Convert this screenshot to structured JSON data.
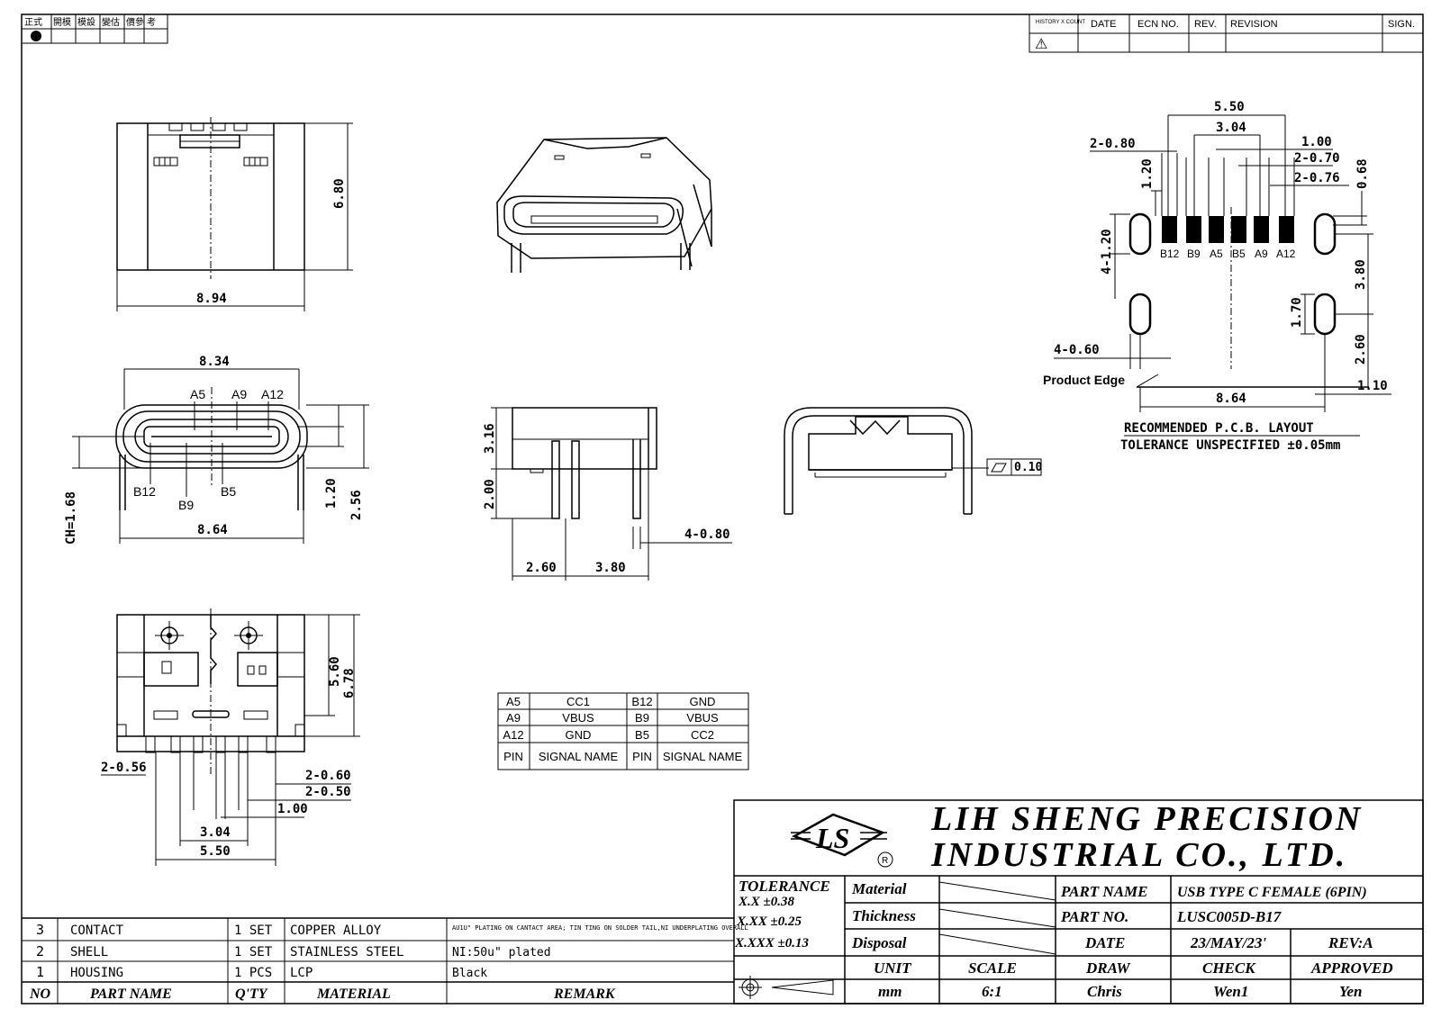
{
  "hdr": {
    "top_left_labels": [
      "正式",
      "開模",
      "模設",
      "變估",
      "價參",
      "考"
    ],
    "history_count": "HISTORY X COUNT",
    "date": "DATE",
    "ecn_no": "ECN NO.",
    "rev": "REV.",
    "revision": "REVISION",
    "sign": "SIGN.",
    "warning_mark": "⚠"
  },
  "top_view": {
    "dim_width": "8.94",
    "dim_height": "6.80"
  },
  "front_view": {
    "dim_top": "8.34",
    "dim_bottom": "8.64",
    "dim_ch": "CH=1.68",
    "dim_120": "1.20",
    "dim_256": "2.56",
    "pins_top": [
      "A5",
      "A9",
      "A12"
    ],
    "pins_bottom": [
      "B12",
      "B9",
      "B5"
    ]
  },
  "side_view": {
    "dim_316": "3.16",
    "dim_200": "2.00",
    "dim_260": "2.60",
    "dim_380": "3.80",
    "dim_pin": "4-0.80"
  },
  "rear_view": {
    "flatness": "0.10"
  },
  "bottom_view": {
    "dim_560": "5.60",
    "dim_678": "6.78",
    "dim_056": "2-0.56",
    "dim_060": "2-0.60",
    "dim_050": "2-0.50",
    "dim_100": "1.00",
    "dim_304": "3.04",
    "dim_550": "5.50"
  },
  "pcb": {
    "dim_550": "5.50",
    "dim_304": "3.04",
    "dim_2_080": "2-0.80",
    "dim_100": "1.00",
    "dim_2_070": "2-0.70",
    "dim_2_076": "2-0.76",
    "dim_120": "1.20",
    "dim_068": "0.68",
    "dim_4_120": "4-1.20",
    "dim_380": "3.80",
    "dim_170": "1.70",
    "dim_260": "2.60",
    "dim_4_060": "4-0.60",
    "product_edge": "Product Edge",
    "dim_110": "1.10",
    "dim_864": "8.64",
    "pads": [
      "B12",
      "B9",
      "A5",
      "B5",
      "A9",
      "A12"
    ],
    "title": "RECOMMENDED P.C.B. LAYOUT",
    "tolerance": "TOLERANCE UNSPECIFIED ±0.05mm"
  },
  "pin_table": {
    "rows": [
      [
        "A5",
        "CC1",
        "B12",
        "GND"
      ],
      [
        "A9",
        "VBUS",
        "B9",
        "VBUS"
      ],
      [
        "A12",
        "GND",
        "B5",
        "CC2"
      ],
      [
        "PIN",
        "SIGNAL NAME",
        "PIN",
        "SIGNAL NAME"
      ]
    ]
  },
  "company": {
    "line1": "LIH SHENG PRECISION",
    "line2": "INDUSTRIAL CO., LTD.",
    "logo_text": "LS"
  },
  "title_block": {
    "tolerance": "TOLERANCE",
    "tol_xx": "X.X  ±0.38",
    "tol_xxx": "X.XX  ±0.25",
    "tol_xxxx": "X.XXX  ±0.13",
    "material": "Material",
    "thickness": "Thickness",
    "disposal": "Disposal",
    "part_name_lbl": "PART NAME",
    "part_name": "USB TYPE C FEMALE (6PIN)",
    "part_no_lbl": "PART NO.",
    "part_no": "LUSC005D-B17",
    "date_lbl": "DATE",
    "date": "23/MAY/23'",
    "rev": "REV:A",
    "unit_lbl": "UNIT",
    "scale_lbl": "SCALE",
    "draw_lbl": "DRAW",
    "check_lbl": "CHECK",
    "approved_lbl": "APPROVED",
    "unit": "mm",
    "scale": "6:1",
    "draw": "Chris",
    "check": "Wen1",
    "approved": "Yen"
  },
  "bom": {
    "rows": [
      [
        "3",
        "CONTACT",
        "1 SET",
        "COPPER ALLOY",
        "AU1U\" PLATING ON CANTACT AREA; TIN TING ON SOLDER TAIL,NI UNDERPLATING OVERALL"
      ],
      [
        "2",
        "SHELL",
        "1 SET",
        "STAINLESS STEEL",
        "NI:50u\" plated"
      ],
      [
        "1",
        "HOUSING",
        "1 PCS",
        "LCP",
        "Black"
      ]
    ],
    "header": [
      "NO",
      "PART NAME",
      "Q'TY",
      "MATERIAL",
      "REMARK"
    ]
  }
}
